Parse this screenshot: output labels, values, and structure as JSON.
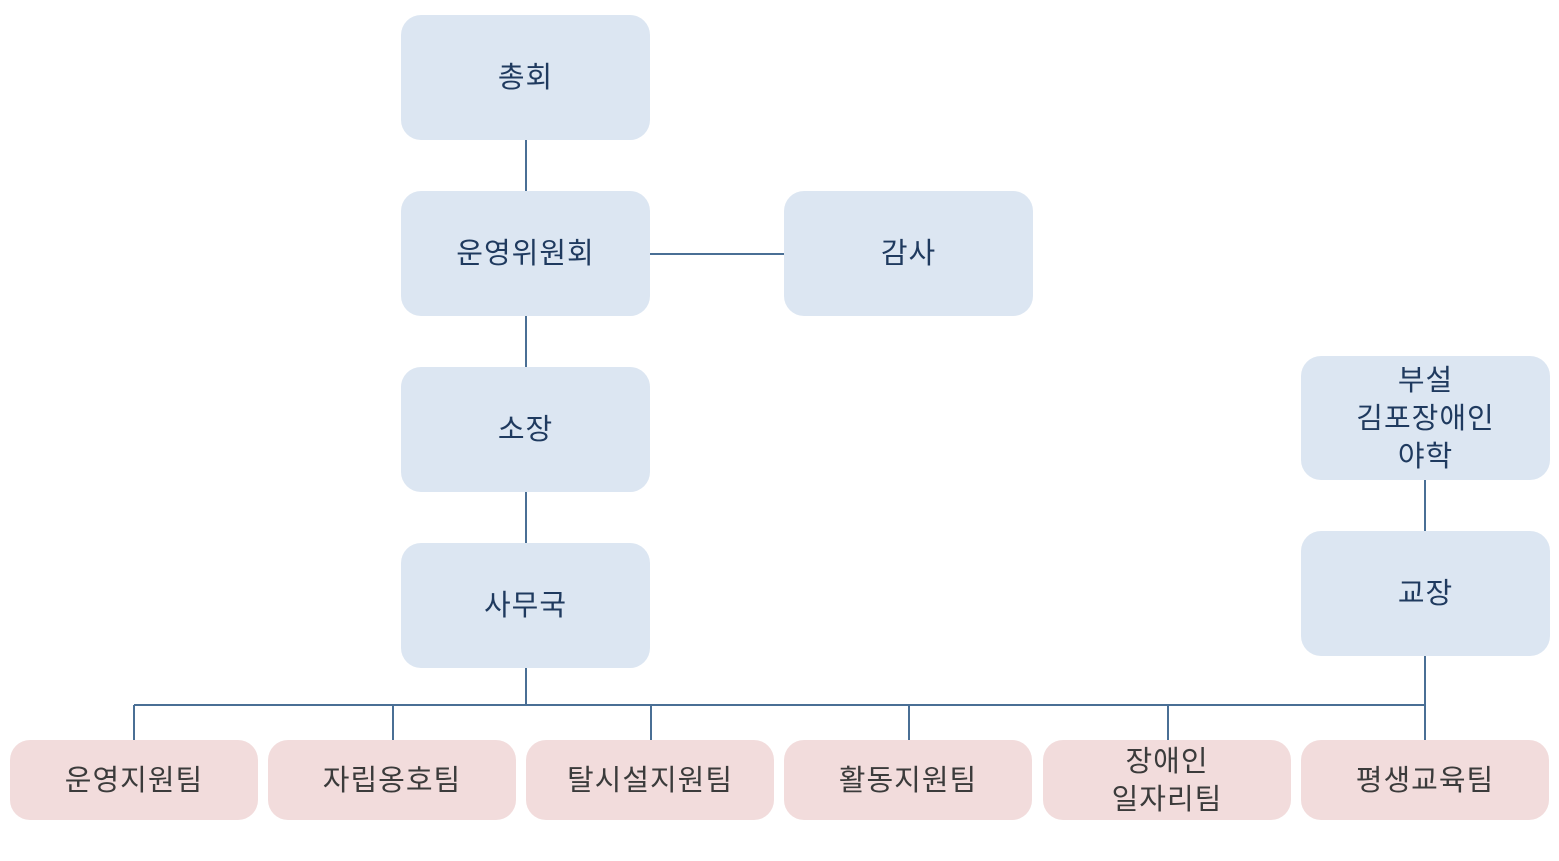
{
  "colors": {
    "node_fill": "#dce6f2",
    "team_fill": "#f2dcdc",
    "line": "#4a6f95",
    "text_dark_blue": "#1f3a5f"
  },
  "nodes": {
    "general_assembly": "총회",
    "steering_committee": "운영위원회",
    "audit": "감사",
    "director": "소장",
    "secretariat": "사무국",
    "attached_school": "부설\n김포장애인\n야학",
    "principal": "교장"
  },
  "teams": [
    "운영지원팀",
    "자립옹호팀",
    "탈시설지원팀",
    "활동지원팀",
    "장애인\n일자리팀",
    "평생교육팀"
  ]
}
